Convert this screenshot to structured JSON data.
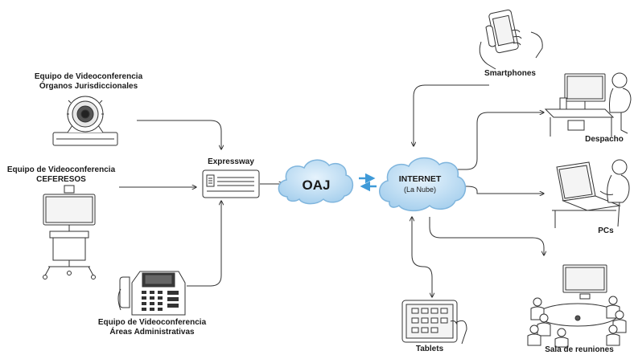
{
  "devices": {
    "organos": {
      "line1": "Equipo de Videoconferencia",
      "line2": "Órganos Jurisdiccionales"
    },
    "ceferesos": {
      "line1": "Equipo de Videoconferencia",
      "line2": "CEFERESOS"
    },
    "areas": {
      "line1": "Equipo de Videoconferencia",
      "line2": "Áreas Administrativas"
    },
    "expressway": "Expressway",
    "smartphones": "Smartphones",
    "despacho": "Despacho",
    "pcs": "PCs",
    "tablets": "Tablets",
    "sala": "Sala de reuniones"
  },
  "clouds": {
    "oaj": "OAJ",
    "internet": "INTERNET",
    "internet_sub": "(La Nube)"
  },
  "colors": {
    "cloud_fill": "#bcdcf3",
    "cloud_edge": "#7fb5dd",
    "arrow_blue": "#3f9ad8",
    "line": "#333333"
  }
}
